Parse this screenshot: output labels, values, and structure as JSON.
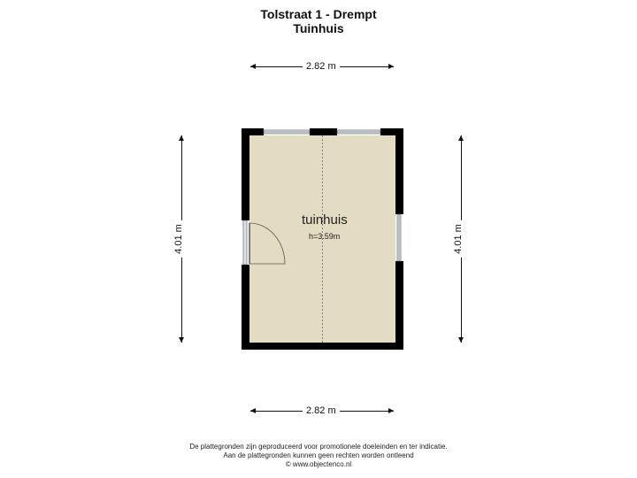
{
  "header": {
    "address": "Tolstraat 1 - Drempt",
    "floor": "Tuinhuis"
  },
  "dimensions": {
    "top_width": "2.82 m",
    "bottom_width": "2.82 m",
    "left_height": "4.01 m",
    "right_height": "4.01 m"
  },
  "room": {
    "name": "tuinhuis",
    "height": "h=3.59m"
  },
  "colors": {
    "floor": "#e3dcc2",
    "wall": "#000000",
    "window": "#d9e3e8"
  },
  "footer": {
    "line1": "De plattegronden zijn geproduceerd voor promotionele doeleinden en ter indicatie.",
    "line2": "Aan de plattegronden kunnen geen rechten worden ontleend",
    "line3": "© www.objectenco.nl"
  }
}
